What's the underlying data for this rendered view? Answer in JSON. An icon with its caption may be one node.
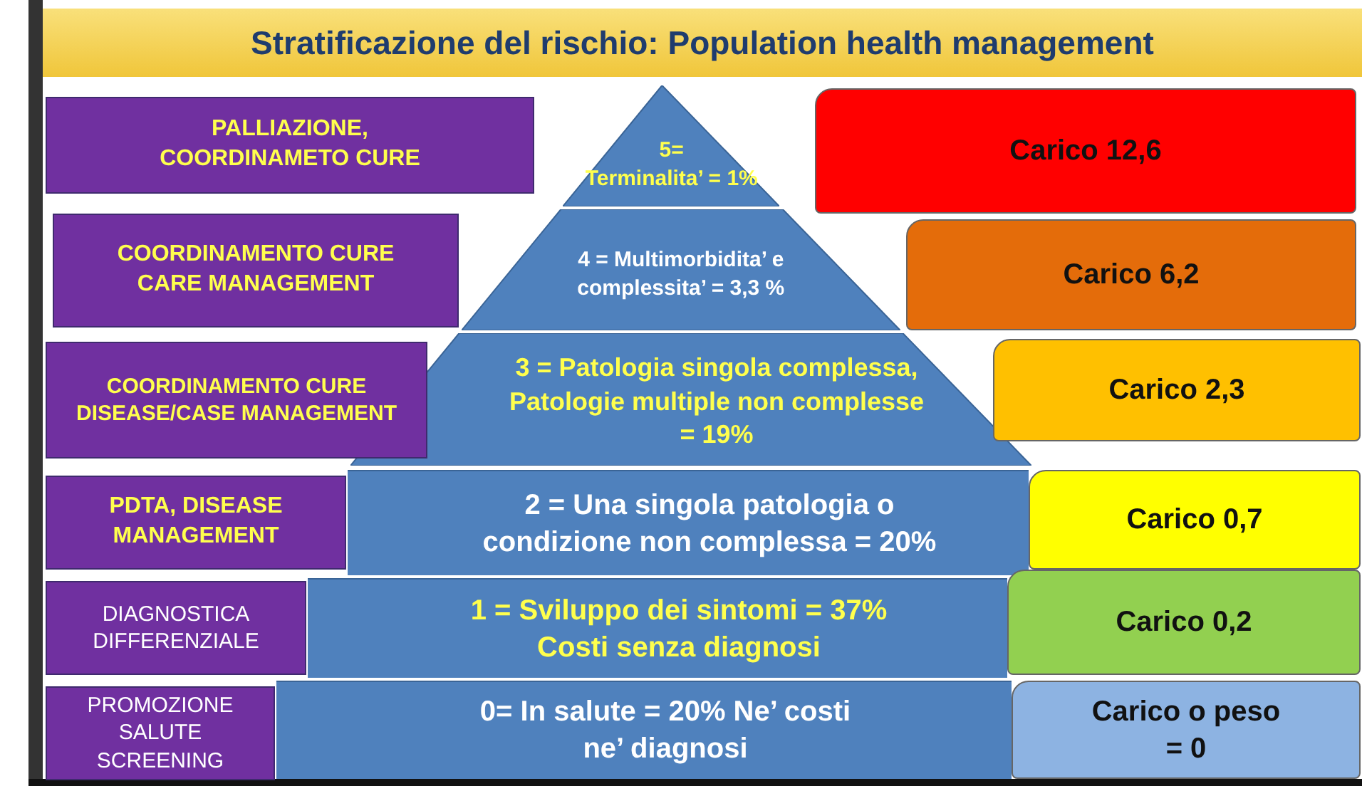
{
  "diagram": {
    "title": "Stratificazione del rischio:  Population health management",
    "nodes": [
      {
        "text": [
          "PALLIAZIONE, COORDINAMETO CURE"
        ]
      },
      {
        "text": [
          "5=",
          "Terminalita’ = 1%"
        ]
      },
      {
        "text": [
          "Carico  12,6"
        ]
      },
      {
        "text": [
          "COORDINAMENTO  CURE CARE MANAGEMENT"
        ]
      },
      {
        "text": [
          "4 = Multimorbidita’ e complessita’ = 3,3 %"
        ]
      },
      {
        "text": [
          "Carico  6,2"
        ]
      },
      {
        "text": [
          "COORDINAMENTO  CURE DISEASE/CASE MANAGEMENT"
        ]
      },
      {
        "text": [
          "3 = Patologia singola complessa, Patologie multiple non complesse  = 19%"
        ]
      },
      {
        "text": [
          "Carico  2,3"
        ]
      },
      {
        "text": [
          "PDTA, DISEASE MANAGEMENT"
        ]
      },
      {
        "text": [
          "2 = Una singola patologia o condizione  non complessa =  20%"
        ]
      },
      {
        "text": [
          "Carico   0,7"
        ]
      },
      {
        "text": [
          "DIAGNOSTICA DIFFERENZIALE"
        ]
      },
      {
        "text": [
          "1 = Sviluppo dei sintomi =  37% Costi senza diagnosi"
        ]
      },
      {
        "text": [
          "Carico   0,2"
        ]
      },
      {
        "text": [
          "PROMOZIONE SALUTE SCREENING"
        ]
      },
      {
        "text": [
          "0= In  salute = 20% Ne’ costi ne’ diagnosi"
        ]
      },
      {
        "text": [
          "Carico  o peso = 0"
        ]
      }
    ]
  }
}
